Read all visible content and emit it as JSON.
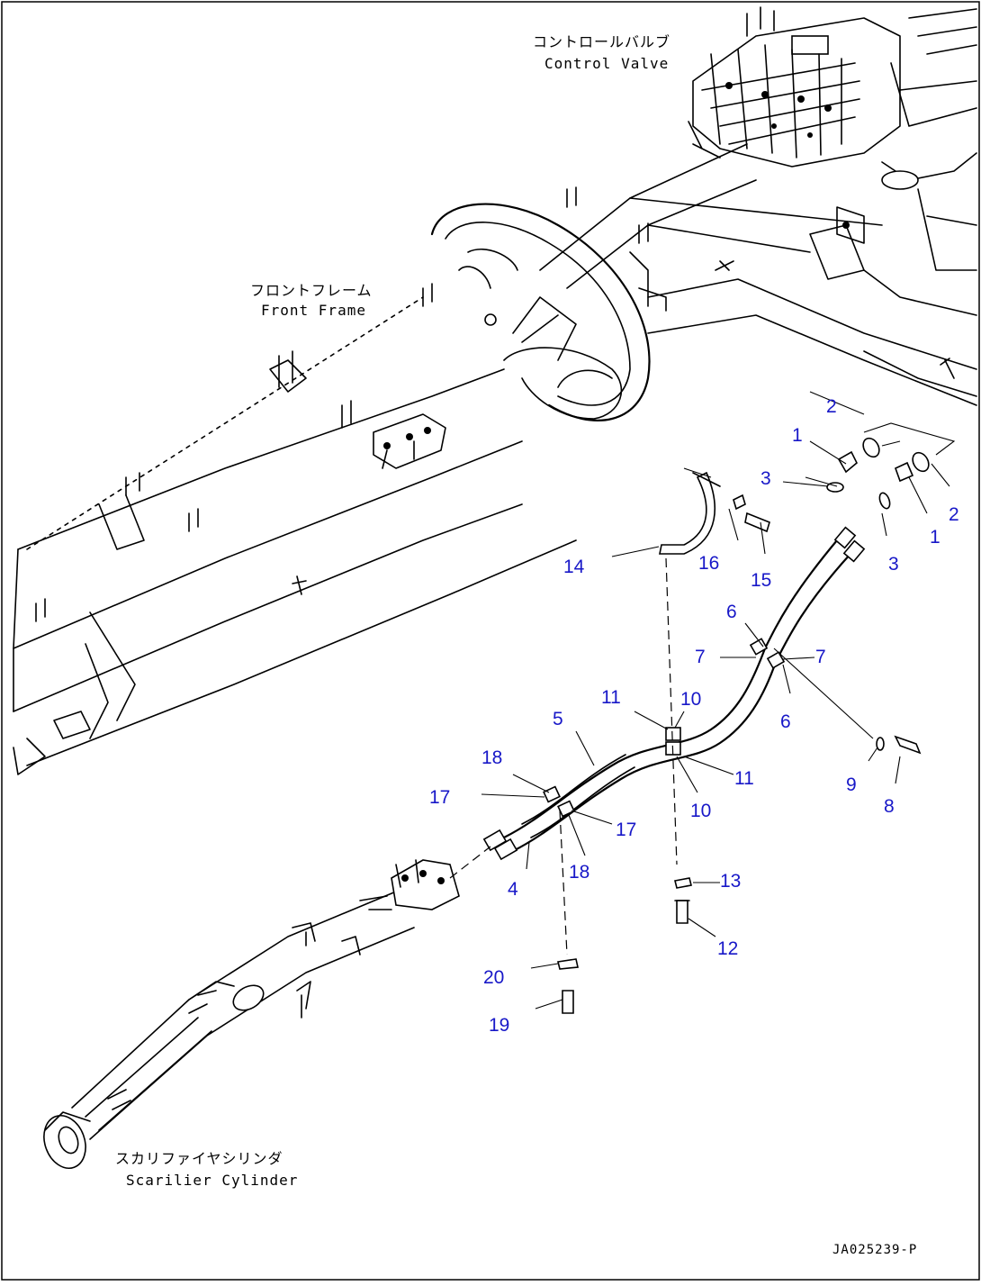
{
  "captions": {
    "control_valve_jp": "コントロールバルブ",
    "control_valve_en": "Control Valve",
    "front_frame_jp": "フロントフレーム",
    "front_frame_en": "Front Frame",
    "scarifier_jp": "スカリファイヤシリンダ",
    "scarifier_en": "Scarilier Cylinder",
    "drawing_id": "JA025239-P"
  },
  "callouts": [
    {
      "id": "c-2a",
      "text": "2"
    },
    {
      "id": "c-1a",
      "text": "1"
    },
    {
      "id": "c-3a",
      "text": "3"
    },
    {
      "id": "c-2b",
      "text": "2"
    },
    {
      "id": "c-1b",
      "text": "1"
    },
    {
      "id": "c-3b",
      "text": "3"
    },
    {
      "id": "c-14",
      "text": "14"
    },
    {
      "id": "c-16",
      "text": "16"
    },
    {
      "id": "c-15",
      "text": "15"
    },
    {
      "id": "c-6a",
      "text": "6"
    },
    {
      "id": "c-7a",
      "text": "7"
    },
    {
      "id": "c-7b",
      "text": "7"
    },
    {
      "id": "c-6b",
      "text": "6"
    },
    {
      "id": "c-11a",
      "text": "11"
    },
    {
      "id": "c-10a",
      "text": "10"
    },
    {
      "id": "c-5",
      "text": "5"
    },
    {
      "id": "c-11b",
      "text": "11"
    },
    {
      "id": "c-10b",
      "text": "10"
    },
    {
      "id": "c-18a",
      "text": "18"
    },
    {
      "id": "c-17a",
      "text": "17"
    },
    {
      "id": "c-17b",
      "text": "17"
    },
    {
      "id": "c-18b",
      "text": "18"
    },
    {
      "id": "c-4",
      "text": "4"
    },
    {
      "id": "c-9",
      "text": "9"
    },
    {
      "id": "c-8",
      "text": "8"
    },
    {
      "id": "c-13",
      "text": "13"
    },
    {
      "id": "c-12",
      "text": "12"
    },
    {
      "id": "c-20",
      "text": "20"
    },
    {
      "id": "c-19",
      "text": "19"
    }
  ],
  "colors": {
    "callout": "#1818c8",
    "linework": "#000000",
    "background": "#ffffff"
  }
}
